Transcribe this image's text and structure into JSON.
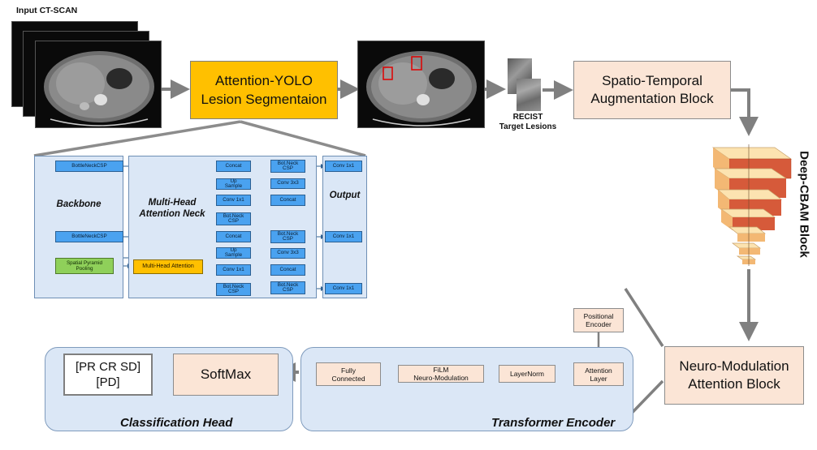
{
  "input_label": "Input CT-SCAN",
  "yolo_block": {
    "line1": "Attention-YOLO",
    "line2": "Lesion Segmentaion"
  },
  "recist_label": {
    "line1": "RECIST",
    "line2": "Target Lesions"
  },
  "augmentation_block": {
    "line1": "Spatio-Temporal",
    "line2": "Augmentation Block"
  },
  "cbam_label": "Deep-CBAM Block",
  "neuro_block": {
    "line1": "Neuro-Modulation",
    "line2": "Attention Block"
  },
  "positional_encoder": {
    "line1": "Positional",
    "line2": "Encoder"
  },
  "transformer": {
    "title": "Transformer Encoder",
    "attention_layer": {
      "line1": "Attention",
      "line2": "Layer"
    },
    "layernorm": "LayerNorm",
    "film": {
      "line1": "FiLM",
      "line2": "Neuro-Modulation"
    },
    "fully_connected": {
      "line1": "Fully",
      "line2": "Connected"
    }
  },
  "classification": {
    "title": "Classification Head",
    "softmax": "SoftMax",
    "output_line1": "[PR CR SD]",
    "output_line2": "[PD]"
  },
  "yolo_detail": {
    "backbone_title": "Backbone",
    "neck_title_line1": "Multi-Head",
    "neck_title_line2": "Attention Neck",
    "output_title": "Output",
    "bottleneck_csp": "BottleNeckCSP",
    "spp_line1": "Spatial Pyramid",
    "spp_line2": "Pooling",
    "mha": "Multi-Head",
    "mha_line2": "Attention",
    "concat": "Concat",
    "up_line1": "Up",
    "up_line2": "Sample",
    "conv1x1": "Conv 1x1",
    "conv3x3": "Conv 3x3",
    "botneck_line1": "Bot.Neck",
    "botneck_line2": "CSP"
  }
}
